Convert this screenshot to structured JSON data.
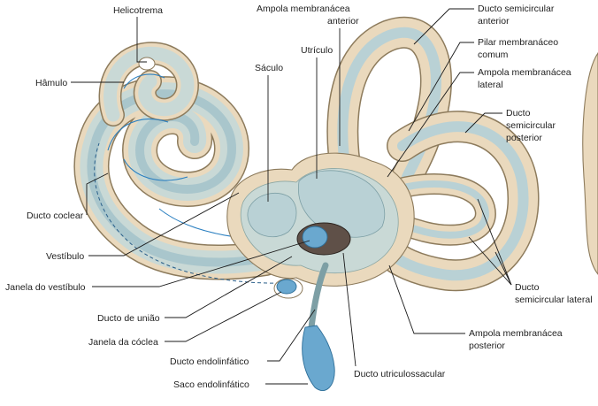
{
  "labels": {
    "helicotrema": "Helicotrema",
    "hamulo": "Hâmulo",
    "ducto_coclear": "Ducto coclear",
    "vestibulo": "Vestíbulo",
    "janela_vestibulo": "Janela do vestíbulo",
    "ducto_uniao": "Ducto de união",
    "janela_coclea": "Janela da cóclea",
    "ducto_endolinfatico": "Ducto endolinfático",
    "saco_endolinfatico": "Saco endolinfático",
    "ampola_anterior_1": "Ampola membranácea",
    "ampola_anterior_2": "anterior",
    "utriculo": "Utrículo",
    "saculo": "Sáculo",
    "ducto_sc_anterior_1": "Ducto semicircular",
    "ducto_sc_anterior_2": "anterior",
    "pilar_1": "Pilar membranáceo",
    "pilar_2": "comum",
    "ampola_lateral_1": "Ampola membranácea",
    "ampola_lateral_2": "lateral",
    "ducto_sc_posterior_1": "Ducto",
    "ducto_sc_posterior_2": "semicircular",
    "ducto_sc_posterior_3": "posterior",
    "ducto_sc_lateral_1": "Ducto",
    "ducto_sc_lateral_2": "semicircular lateral",
    "ampola_posterior_1": "Ampola membranácea",
    "ampola_posterior_2": "posterior",
    "ducto_utriculossacular": "Ducto utriculossacular"
  },
  "colors": {
    "bone": "#ead9bd",
    "perilymph": "#c9d9d6",
    "membranous": "#b9d1d5",
    "endolymph": "#6aa8cf",
    "arrows": "#2a7fc0"
  }
}
